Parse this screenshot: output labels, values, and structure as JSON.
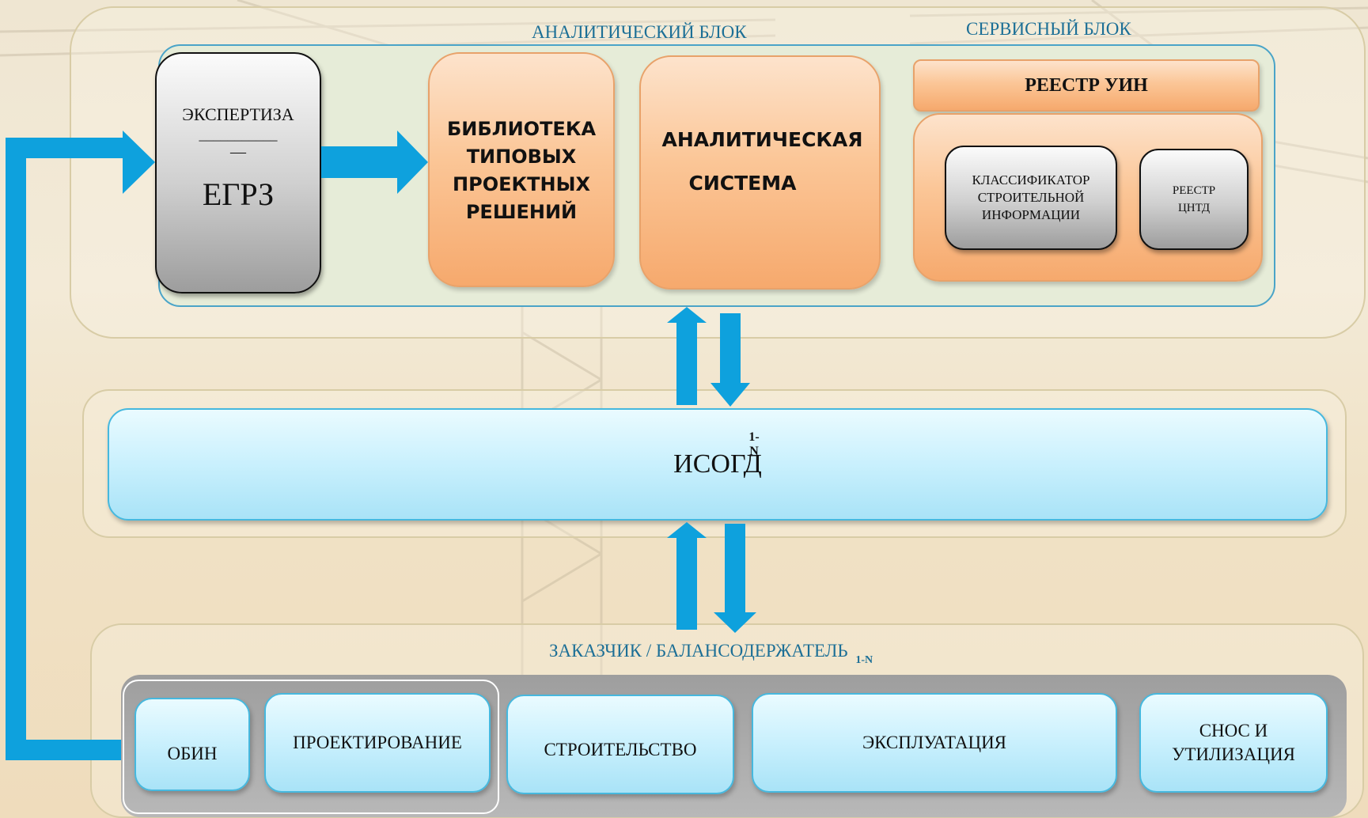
{
  "analytic_block": {
    "title": "АНАЛИТИЧЕСКИЙ БЛОК",
    "expertiza_top": "ЭКСПЕРТИЗА",
    "expertiza_line": "___________",
    "expertiza_dash": "—",
    "expertiza_main": "ЕГРЗ",
    "library": [
      "БИБЛИОТЕКА",
      "ТИПОВЫХ",
      "ПРОЕКТНЫХ",
      "РЕШЕНИЙ"
    ],
    "analytic_system": [
      "АНАЛИТИЧЕСКАЯ",
      "СИСТЕМА"
    ]
  },
  "service_block": {
    "title": "СЕРВИСНЫЙ БЛОК",
    "registry_uin": "РЕЕСТР УИН",
    "classifier": [
      "КЛАССИФИКАТОР",
      "СТРОИТЕЛЬНОЙ",
      "ИНФОРМАЦИИ"
    ],
    "registry_cntd": [
      "РЕЕСТР",
      "ЦНТД"
    ]
  },
  "isogd": {
    "name": "ИСОГД",
    "superscript": "1-N"
  },
  "customer_block": {
    "title": "ЗАКАЗЧИК / БАЛАНСОДЕРЖАТЕЛЬ",
    "subscript": "1-N",
    "stages": {
      "obin": "ОБИН",
      "design": "ПРОЕКТИРОВАНИЕ",
      "construction": "СТРОИТЕЛЬСТВО",
      "operation": "ЭКСПЛУАТАЦИЯ",
      "demolition": [
        "СНОС И",
        "УТИЛИЗАЦИЯ"
      ]
    }
  },
  "colors": {
    "arrow": "#0ea1dd",
    "orange_fill": "#f9b985",
    "blue_fill": "#c6effc",
    "gray_fill": "#c9c9c9",
    "label_teal": "#1c6f96"
  }
}
